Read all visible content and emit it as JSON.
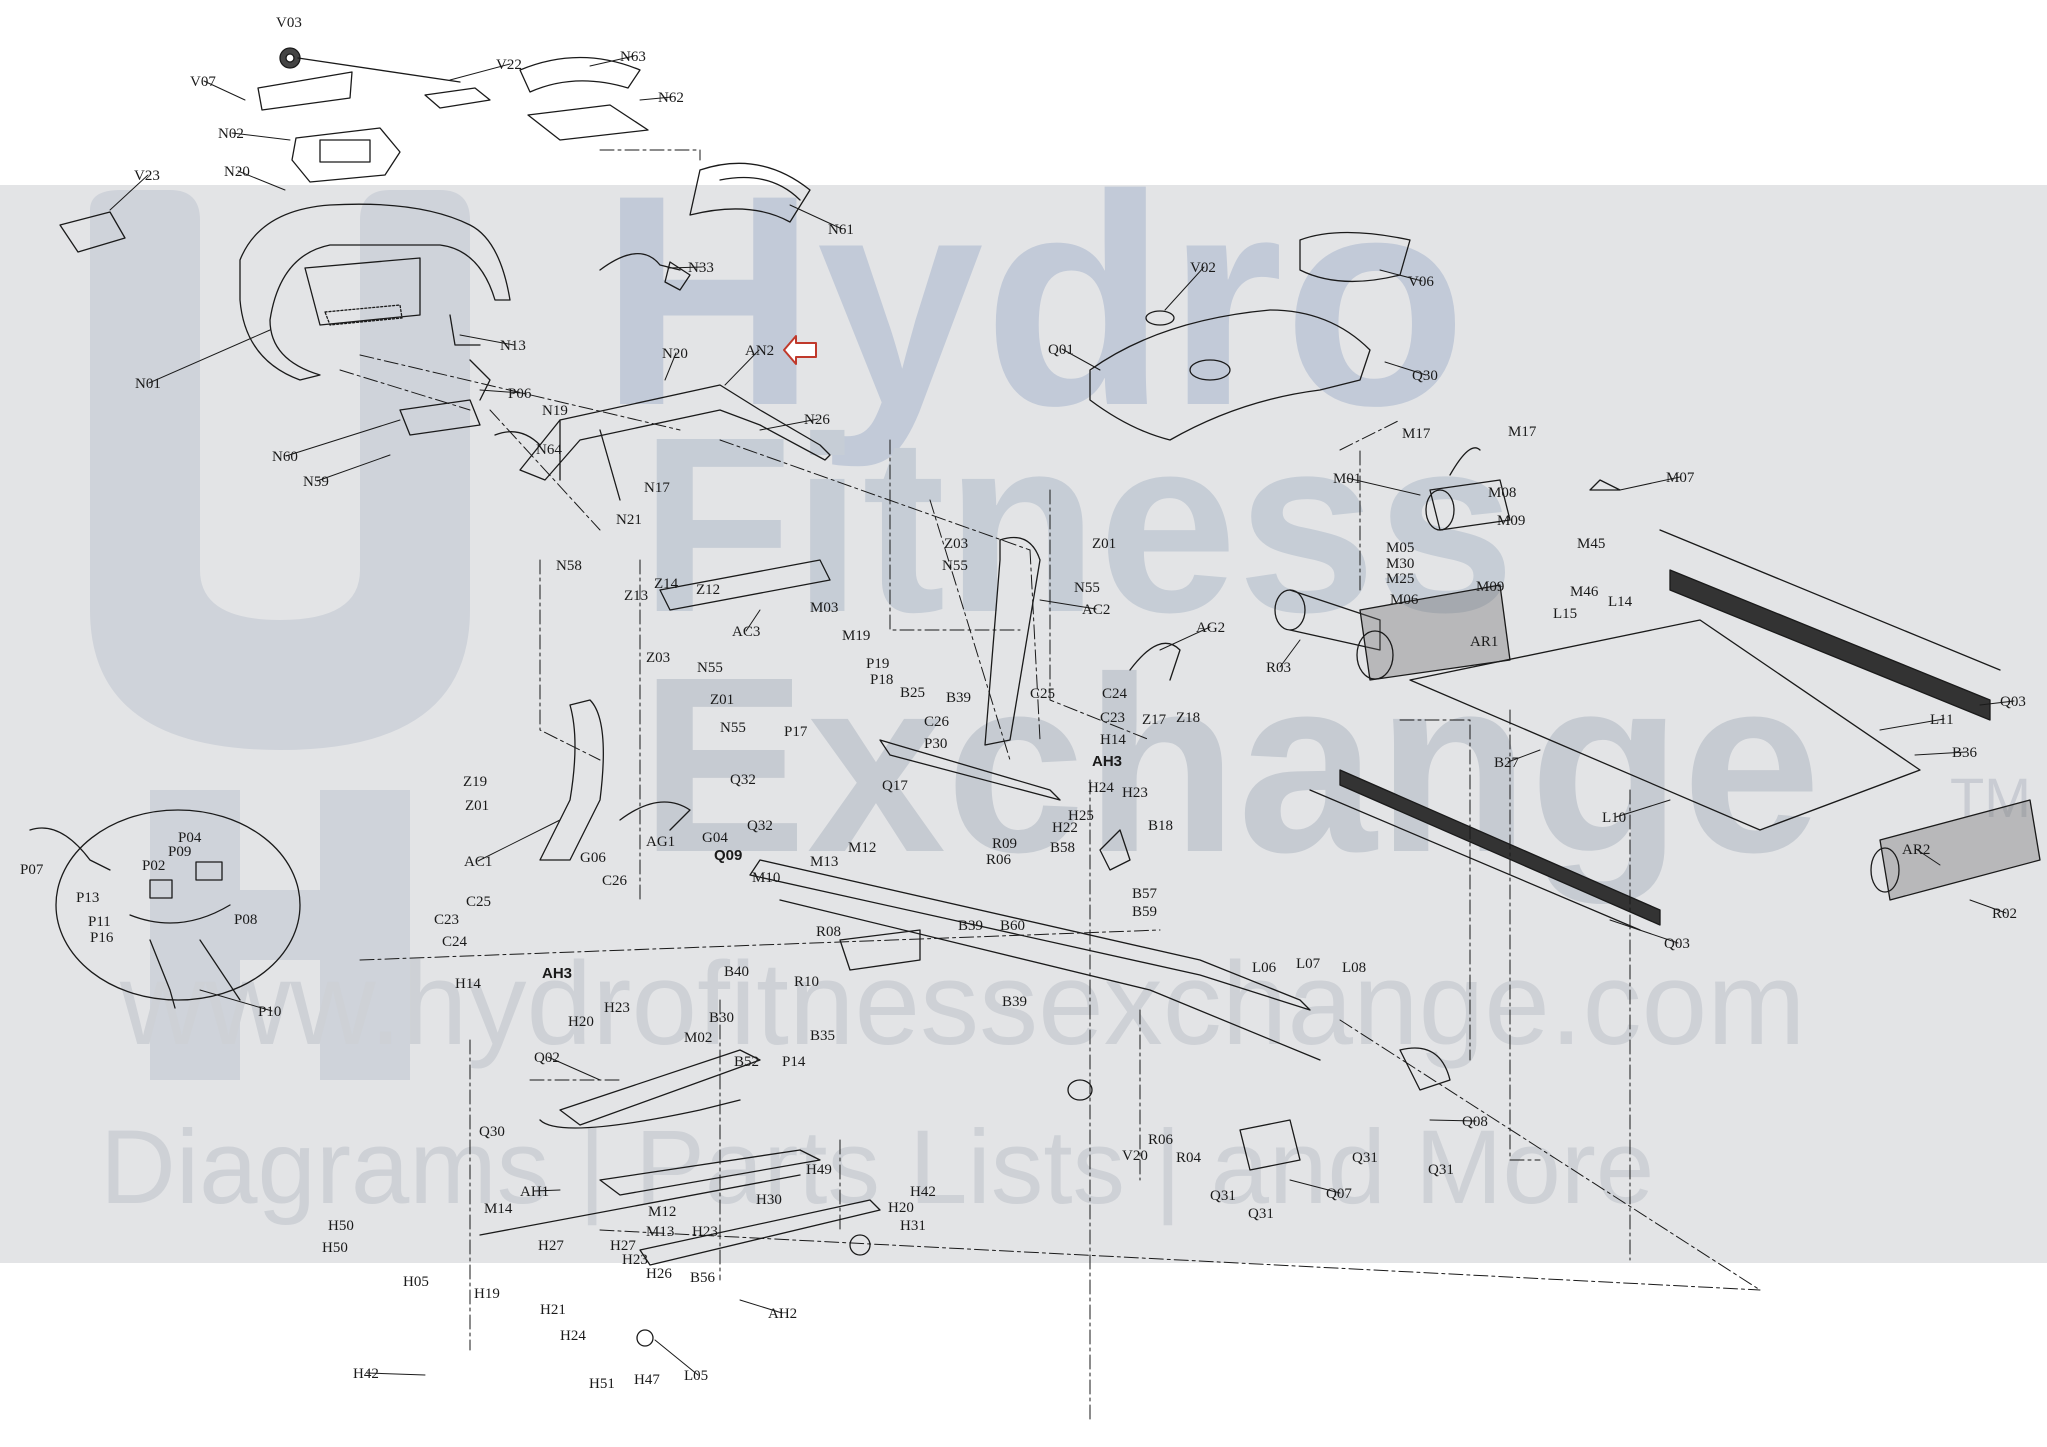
{
  "watermark": {
    "line1": "Hydro",
    "line2": "Fitness",
    "line3": "Exchange",
    "url": "www.hydrofitnessexchange.com",
    "tagline": "Diagrams | Parts Lists | and More",
    "trademark": "TM"
  },
  "colors": {
    "ink": "#1a1a1a",
    "band": "#e3e4e6",
    "watermark": "#c6cbd2",
    "callout_arrow": "#c0392b"
  },
  "labels": {
    "V03": "V03",
    "V07": "V07",
    "V22": "V22",
    "N63": "N63",
    "N62": "N62",
    "N02": "N02",
    "N20a": "N20",
    "V23": "V23",
    "N61": "N61",
    "N33": "N33",
    "V02": "V02",
    "V06": "V06",
    "N13": "N13",
    "N01": "N01",
    "N20b": "N20",
    "AN2": "AN2",
    "Q01": "Q01",
    "Q30a": "Q30",
    "P06": "P06",
    "N26": "N26",
    "N60": "N60",
    "N19": "N19",
    "N64": "N64",
    "N59": "N59",
    "N17": "N17",
    "N21": "N21",
    "N58": "N58",
    "M17a": "M17",
    "M17b": "M17",
    "M01": "M01",
    "M07": "M07",
    "M08": "M08",
    "M09a": "M09",
    "M05": "M05",
    "M30": "M30",
    "M25": "M25",
    "M06": "M06",
    "M09b": "M09",
    "M45": "M45",
    "M46": "M46",
    "L15": "L15",
    "L14": "L14",
    "AR1": "AR1",
    "R03": "R03",
    "Q03a": "Q03",
    "Z03a": "Z03",
    "N55a": "N55",
    "Z01a": "Z01",
    "N55b": "N55",
    "Z14": "Z14",
    "Z12": "Z12",
    "Z13": "Z13",
    "AC3": "AC3",
    "AC2": "AC2",
    "M03": "M03",
    "M19": "M19",
    "AG2": "AG2",
    "Z03b": "Z03",
    "N55c": "N55",
    "Z01b": "Z01",
    "P19": "P19",
    "P18": "P18",
    "B25": "B25",
    "B39a": "B39",
    "C25a": "C25",
    "C24a": "C24",
    "Z17": "Z17",
    "Z18": "Z18",
    "N55d": "N55",
    "C26a": "C26",
    "C23a": "C23",
    "P17": "P17",
    "P30": "P30",
    "H14a": "H14",
    "AH3a": "AH3",
    "B27": "B27",
    "L11": "L11",
    "B36": "B36",
    "Z19": "Z19",
    "Z01c": "Z01",
    "Q32a": "Q32",
    "Q17": "Q17",
    "H24a": "H24",
    "H25": "H25",
    "H23a": "H23",
    "H22": "H22",
    "Q32b": "Q32",
    "B18": "B18",
    "L10": "L10",
    "P04": "P04",
    "P09": "P09",
    "P07": "P07",
    "P02": "P02",
    "G06": "G06",
    "AG1": "AG1",
    "G04": "G04",
    "M12a": "M12",
    "R09": "R09",
    "R06a": "R06",
    "B58": "B58",
    "AC1": "AC1",
    "Q09": "Q09",
    "M13a": "M13",
    "AR2": "AR2",
    "P13": "P13",
    "M10": "M10",
    "C26b": "C26",
    "B57": "B57",
    "R02": "R02",
    "P11": "P11",
    "P16": "P16",
    "P08": "P08",
    "C25b": "C25",
    "B59": "B59",
    "C23b": "C23",
    "R08": "R08",
    "Q03b": "Q03",
    "C24b": "C24",
    "B39b": "B39",
    "B60": "B60",
    "H14b": "H14",
    "AH3b": "AH3",
    "L06": "L06",
    "L07": "L07",
    "L08": "L08",
    "B40": "B40",
    "R10": "R10",
    "B39c": "B39",
    "H20a": "H20",
    "H23b": "H23",
    "P10": "P10",
    "B30": "B30",
    "M02": "M02",
    "B35": "B35",
    "B52": "B52",
    "P14": "P14",
    "Q02": "Q02",
    "Q08": "Q08",
    "R06b": "R06",
    "R04": "R04",
    "Q31a": "Q31",
    "Q31b": "Q31",
    "V20": "V20",
    "Q30b": "Q30",
    "AH1": "AH1",
    "H49": "H49",
    "H42a": "H42",
    "Q31c": "Q31",
    "Q07": "Q07",
    "H20b": "H20",
    "M14": "M14",
    "M12b": "M12",
    "H30": "H30",
    "Q31d": "Q31",
    "H31": "H31",
    "H50a": "H50",
    "M13b": "M13",
    "H27a": "H27",
    "H23c": "H23",
    "H50b": "H50",
    "H27b": "H27",
    "H23d": "H23",
    "H26": "H26",
    "B56": "B56",
    "H05": "H05",
    "H19": "H19",
    "H21": "H21",
    "AH2": "AH2",
    "H24b": "H24",
    "H42b": "H42",
    "H47": "H47",
    "L05": "L05",
    "H51": "H51"
  }
}
